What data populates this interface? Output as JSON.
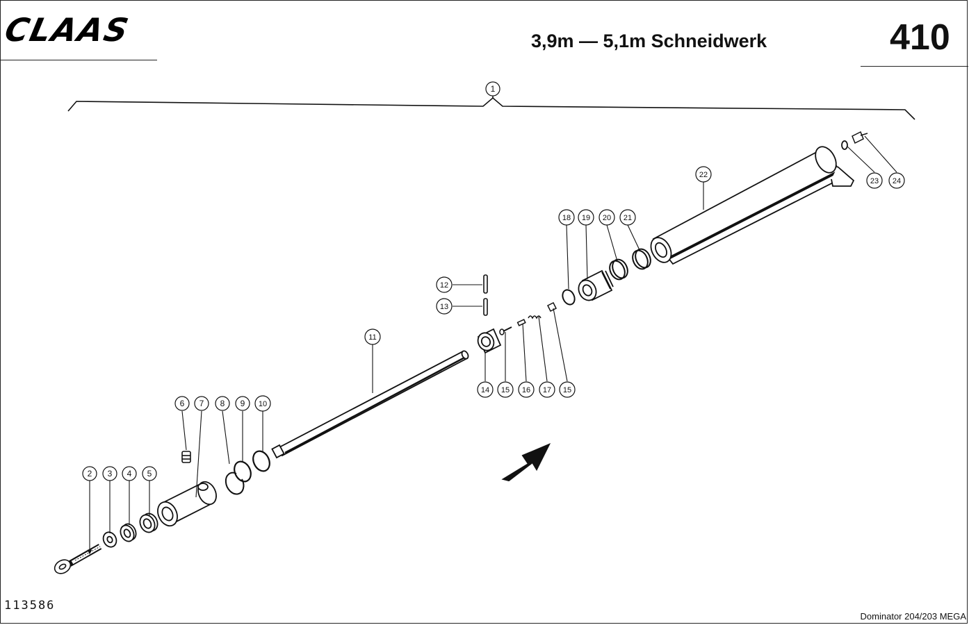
{
  "header": {
    "logo_text": "CLAAS",
    "title": "3,9m — 5,1m Schneidwerk",
    "page_number": "410"
  },
  "footer": {
    "drawing_number": "113586",
    "model": "Dominator 204/203 MEGA"
  },
  "callouts": [
    "1",
    "2",
    "3",
    "4",
    "5",
    "6",
    "7",
    "8",
    "9",
    "10",
    "11",
    "12",
    "13",
    "14",
    "15",
    "16",
    "17",
    "15",
    "18",
    "19",
    "20",
    "21",
    "22",
    "23",
    "24"
  ],
  "colors": {
    "ink": "#111111",
    "paper": "#ffffff"
  }
}
